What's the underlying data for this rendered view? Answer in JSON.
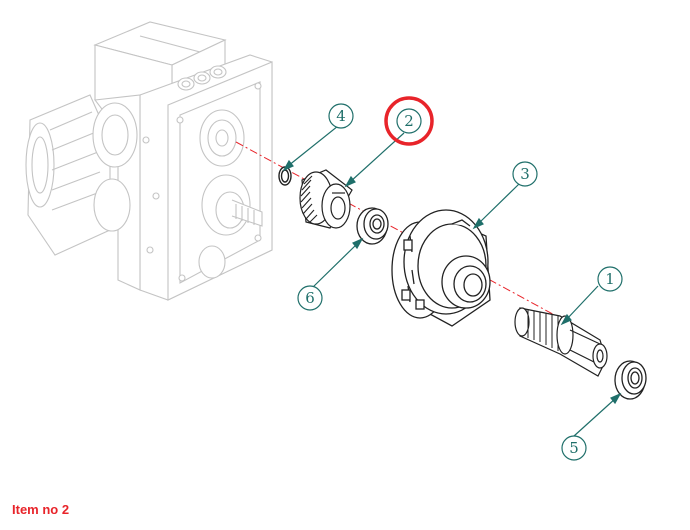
{
  "diagram": {
    "callouts": [
      {
        "id": "1",
        "label": "1"
      },
      {
        "id": "2",
        "label": "2",
        "highlighted": true
      },
      {
        "id": "3",
        "label": "3"
      },
      {
        "id": "4",
        "label": "4"
      },
      {
        "id": "5",
        "label": "5"
      },
      {
        "id": "6",
        "label": "6"
      }
    ],
    "colors": {
      "callout": "#1f6f6a",
      "highlight": "#e8242a",
      "axis_line": "#e8242a",
      "gearbox": "#c8c8c8",
      "part_outline": "#222222"
    }
  },
  "caption": {
    "item_label": "Item no 2"
  }
}
